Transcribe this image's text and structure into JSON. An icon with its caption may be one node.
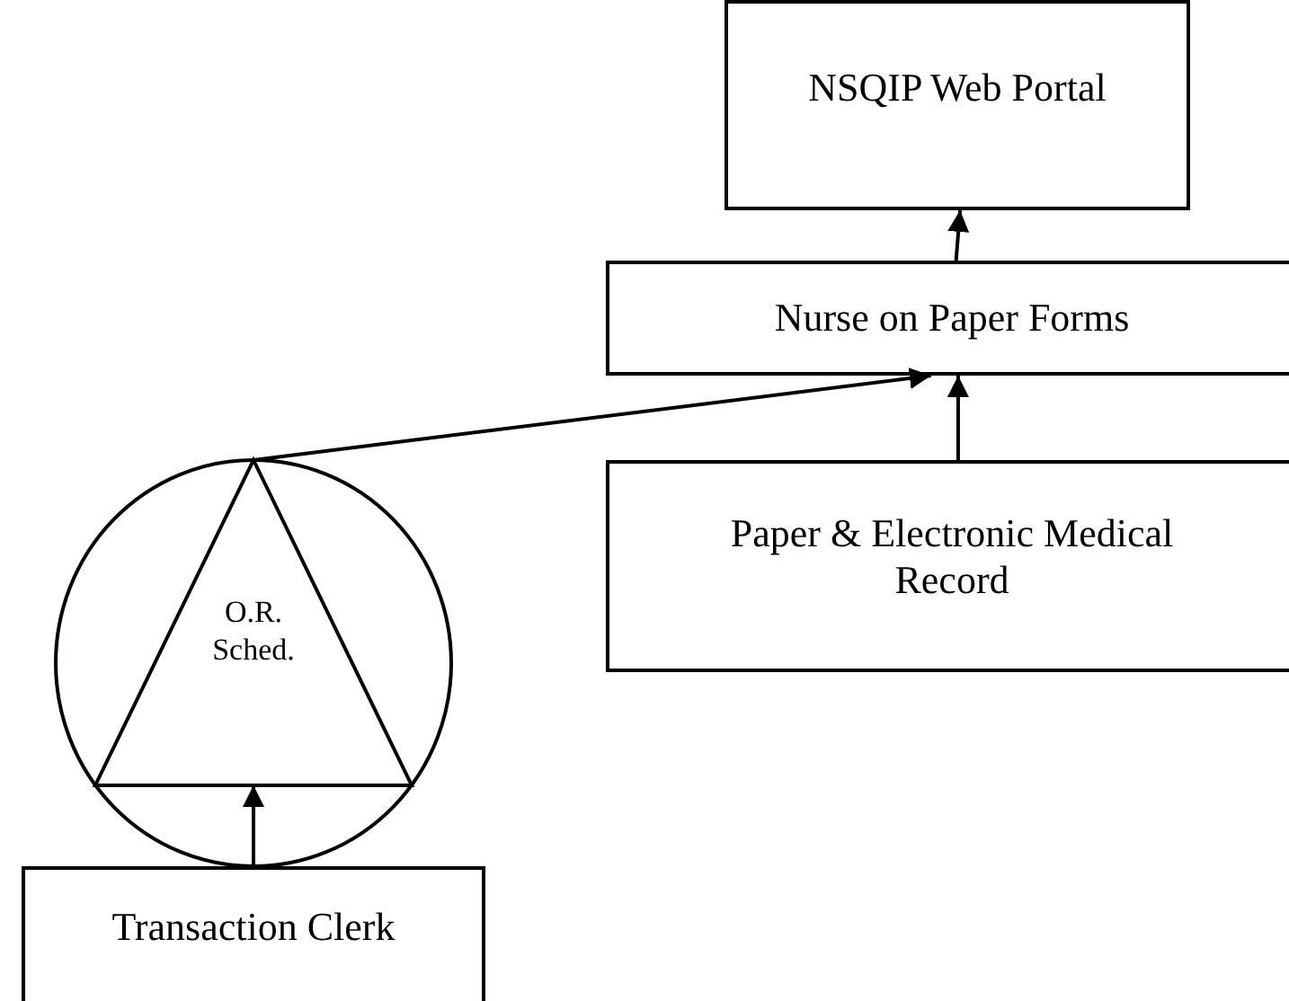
{
  "diagram": {
    "nodes": [
      {
        "text": [
          "NSQIP Web Portal"
        ]
      },
      {
        "text": [
          "Nurse on Paper Forms"
        ]
      },
      {
        "text": [
          "Paper & Electronic Medical Record"
        ]
      },
      {
        "text": [],
        "shape": "circle"
      },
      {
        "text": [
          "O.R. Sched."
        ],
        "in": 3
      },
      {
        "text": [
          "Transaction Clerk"
        ]
      }
    ],
    "edges": [
      {
        "from": 1,
        "to": 0,
        "arrow": "to"
      },
      {
        "from": 2,
        "to": 1,
        "arrow": "to"
      },
      {
        "from": 4,
        "to": 1,
        "arrow": "to"
      },
      {
        "from": 5,
        "to": 4,
        "arrow": "to"
      }
    ]
  }
}
